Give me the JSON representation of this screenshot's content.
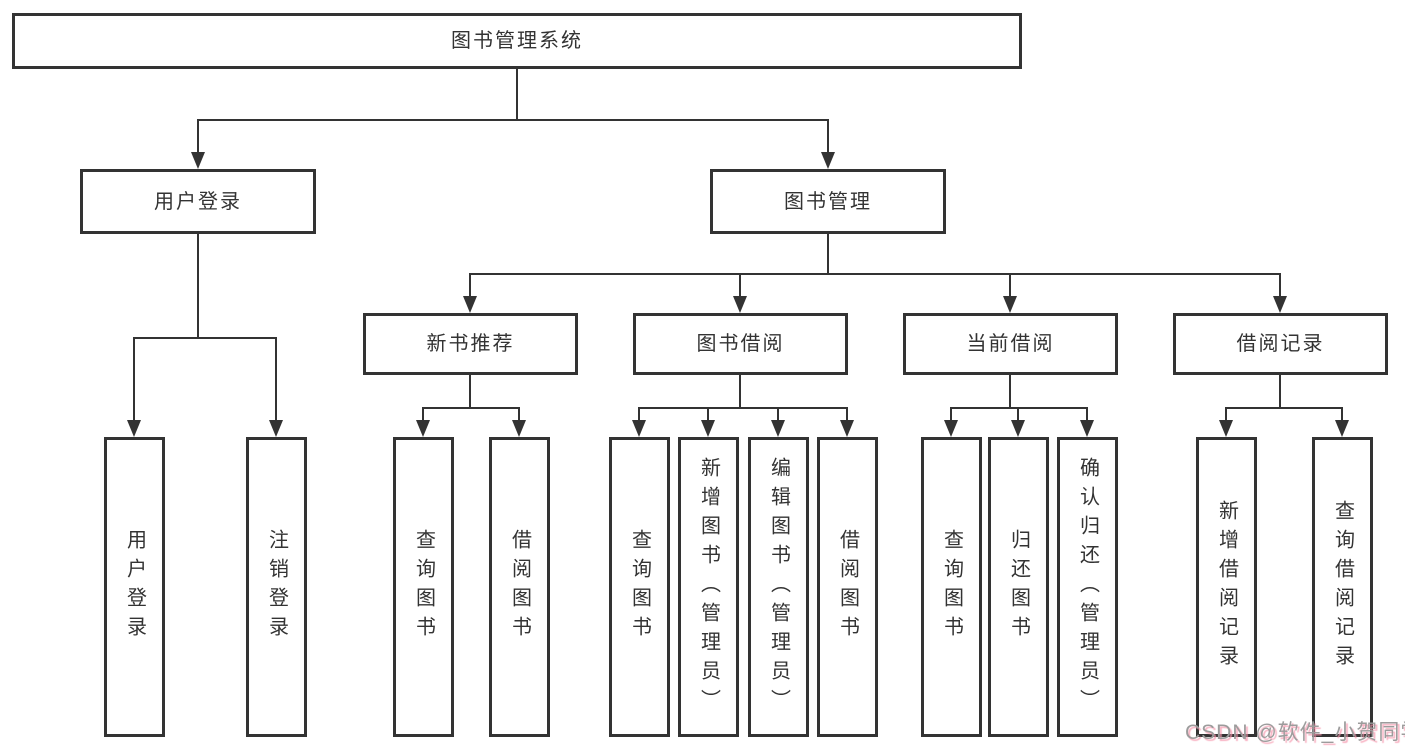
{
  "colors": {
    "background": "#ffffff",
    "line": "#333333",
    "box_border": "#333333",
    "text": "#333333",
    "watermark_text": "#9c9c9c",
    "watermark_shadow": "#f596ac"
  },
  "diagram": {
    "root": {
      "label": "图书管理系统"
    },
    "branches": {
      "user_login": {
        "label": "用户登录",
        "children": [
          {
            "label": "用户登录"
          },
          {
            "label": "注销登录"
          }
        ]
      },
      "book_management": {
        "label": "图书管理",
        "children": [
          {
            "label": "新书推荐",
            "children": [
              {
                "label": "查询图书"
              },
              {
                "label": "借阅图书"
              }
            ]
          },
          {
            "label": "图书借阅",
            "children": [
              {
                "label": "查询图书"
              },
              {
                "label": "新增图书（管理员）"
              },
              {
                "label": "编辑图书（管理员）"
              },
              {
                "label": "借阅图书"
              }
            ]
          },
          {
            "label": "当前借阅",
            "children": [
              {
                "label": "查询图书"
              },
              {
                "label": "归还图书"
              },
              {
                "label": "确认归还（管理员）"
              }
            ]
          },
          {
            "label": "借阅记录",
            "children": [
              {
                "label": "新增借阅记录"
              },
              {
                "label": "查询借阅记录"
              }
            ]
          }
        ]
      }
    }
  },
  "watermark": {
    "text": "CSDN @软件_小贺同学"
  }
}
